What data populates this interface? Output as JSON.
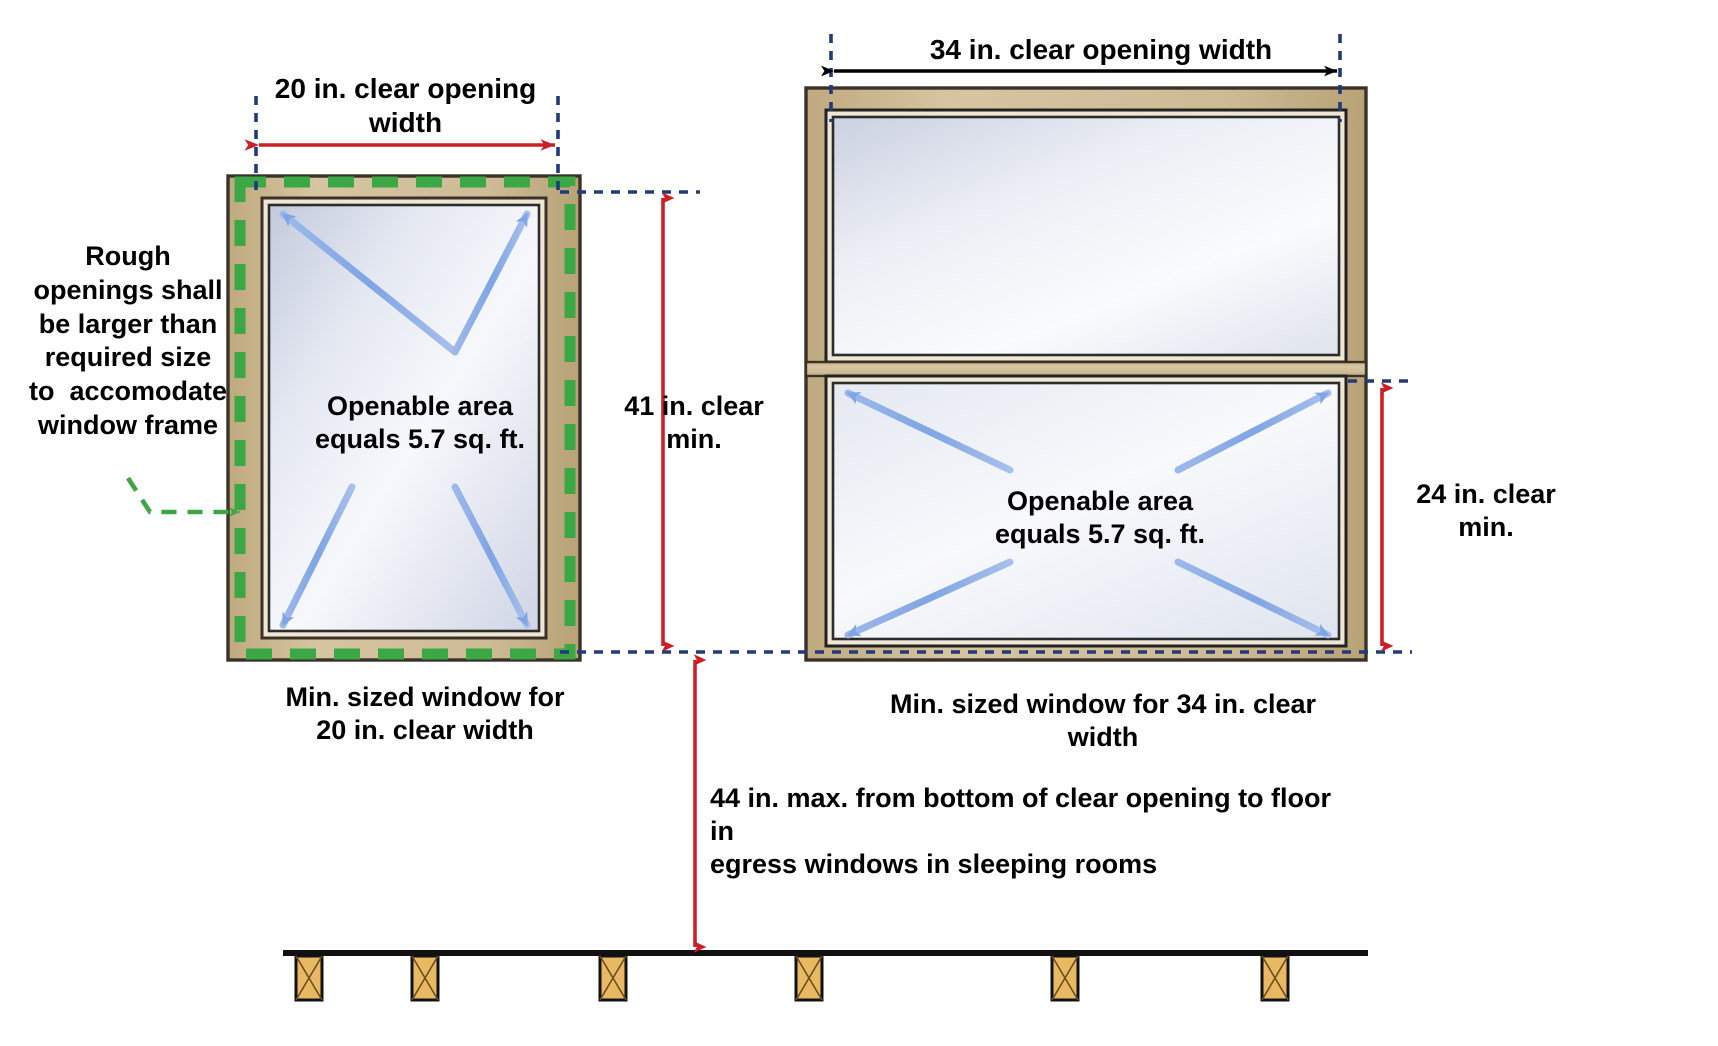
{
  "diagram": {
    "title": "Egress window minimum clear opening requirements",
    "background": "#ffffff"
  },
  "colors": {
    "dimension_red": "#cc2026",
    "dimension_black": "#000000",
    "extension_navy": "#223a7a",
    "rough_opening_green": "#3ba745",
    "frame_tan": "#cdbb96",
    "frame_outline": "#3a3228",
    "glass_light": "#fdfdff",
    "glass_shadow": "#c8cede",
    "arrow_blue": "#7fa5e3",
    "joist_tan": "#e8b863",
    "floor_black": "#111111"
  },
  "annotations": {
    "rough_opening_note": "Rough\nopenings shall\nbe larger than\nrequired size\nto  accomodate\nwindow frame",
    "left_width_dim": "20 in. clear opening\nwidth",
    "left_height_dim": "41 in. clear\nmin.",
    "left_openable_area": "Openable area\nequals 5.7 sq. ft.",
    "left_caption": "Min. sized window for\n20 in. clear width",
    "right_width_dim": "34 in. clear opening width",
    "right_height_dim": "24 in. clear\nmin.",
    "right_openable_area": "Openable area\nequals 5.7 sq. ft.",
    "right_caption": "Min. sized window for 34 in. clear width",
    "sill_height_note": "44 in. max. from bottom of clear opening to floor in\negress windows in sleeping rooms"
  },
  "measurements": {
    "left_clear_width": "20 in.",
    "left_clear_height": "41 in.",
    "left_openable_sqft": "5.7 sq. ft.",
    "right_clear_width": "34 in.",
    "right_clear_height": "24 in.",
    "right_openable_sqft": "5.7 sq. ft.",
    "max_sill_height": "44 in."
  },
  "floor": {
    "joist_count": 6
  }
}
